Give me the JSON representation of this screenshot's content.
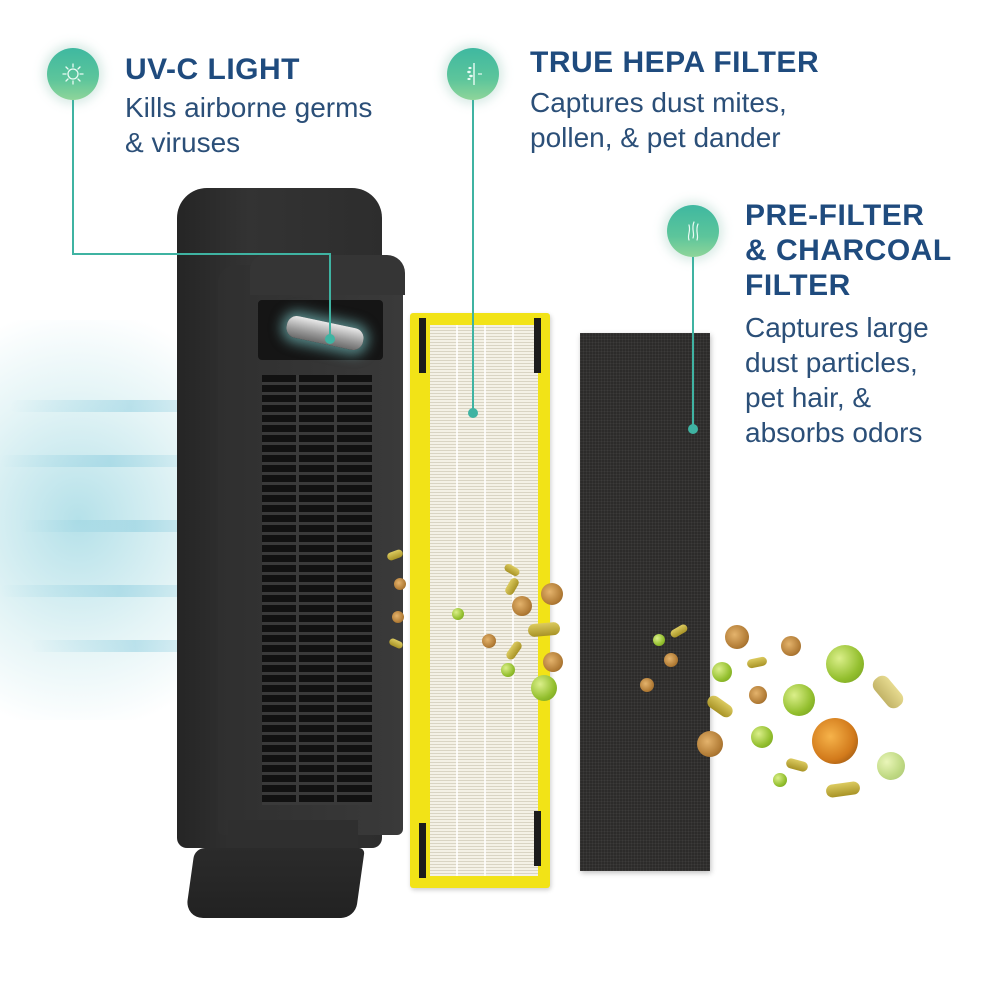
{
  "features": [
    {
      "id": "uv-c-light",
      "icon": "sun-sparkle-icon",
      "title": "UV-C LIGHT",
      "description": "Kills airborne germs\n& viruses"
    },
    {
      "id": "true-hepa-filter",
      "icon": "plant-sprig-icon",
      "title": "TRUE HEPA FILTER",
      "description": "Captures dust mites,\npollen, & pet dander"
    },
    {
      "id": "pre-filter-charcoal",
      "icon": "air-strands-icon",
      "title": "PRE-FILTER\n& CHARCOAL\nFILTER",
      "description": "Captures large\ndust particles,\npet hair, &\nabsorbs odors"
    }
  ],
  "colors": {
    "title": "#1f4b7e",
    "description": "#2b4f78",
    "accent_teal": "#3fb3a2",
    "hepa_frame_yellow": "#f2e317",
    "charcoal": "#2c2b2a",
    "purifier_body": "#2f2f2f",
    "clean_air_blue": "#6fb3e0"
  },
  "components": {
    "purifier": "air-purifier-tower",
    "filter_1": "true-hepa-filter",
    "filter_2": "pre-filter-charcoal-filter"
  }
}
